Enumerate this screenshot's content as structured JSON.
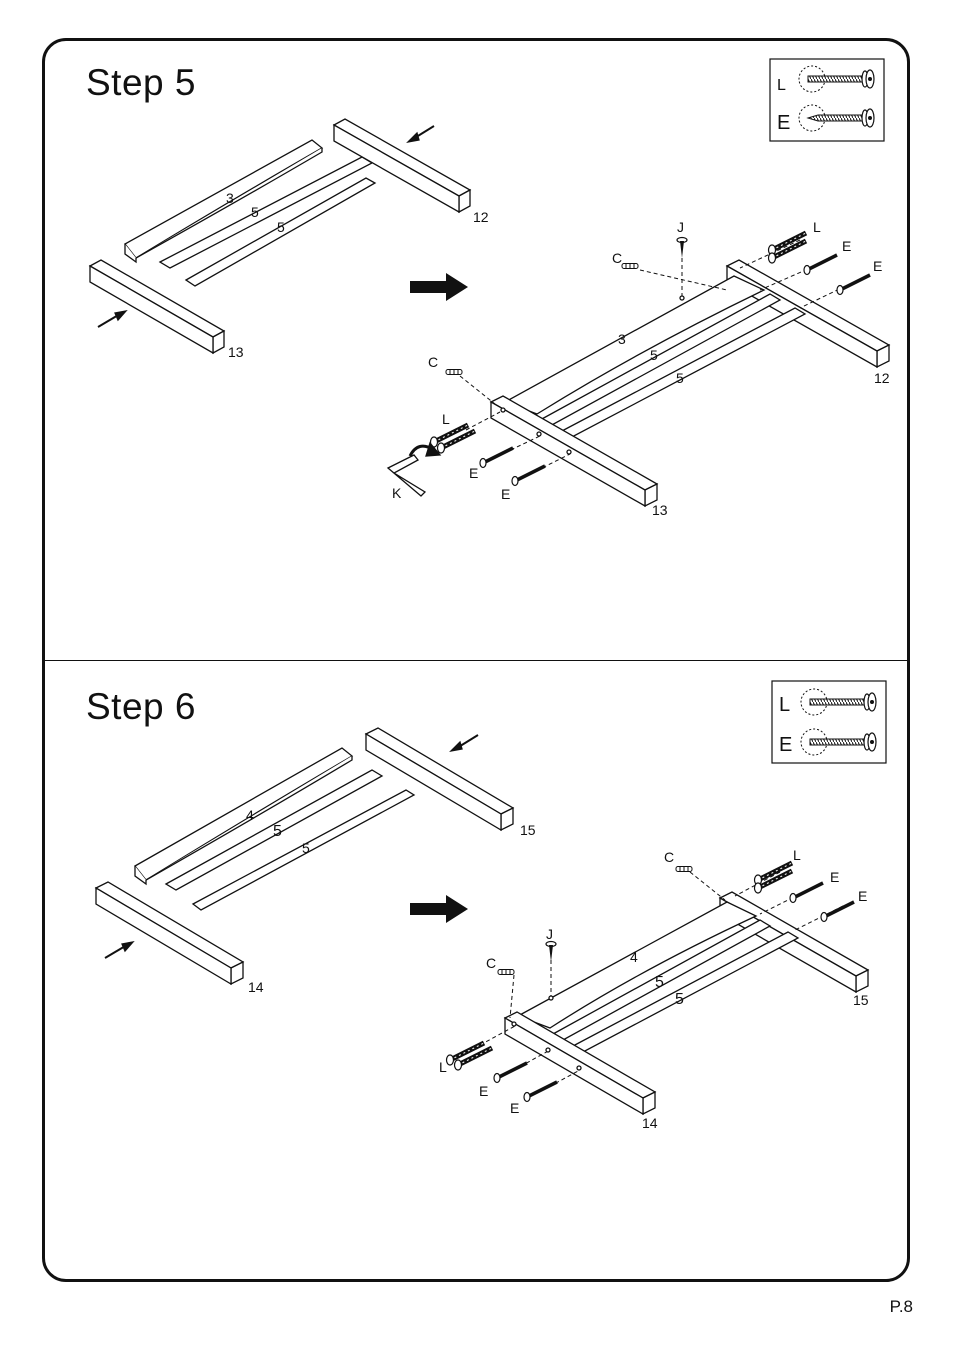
{
  "page_number": "P.8",
  "steps": [
    {
      "title": "Step  5",
      "legend": [
        {
          "code": "L",
          "icon": "bolt-icon"
        },
        {
          "code": "E",
          "icon": "screw-icon"
        }
      ],
      "exploded_view": {
        "part_a": "3",
        "slat_1": "5",
        "slat_2": "5",
        "rail_back": "12",
        "rail_front": "13"
      },
      "assembled_view": {
        "part_a": "3",
        "slat_1": "5",
        "slat_2": "5",
        "rail_back": "12",
        "rail_front": "13",
        "hw_J": "J",
        "hw_C_back": "C",
        "hw_C_front": "C",
        "hw_L_back": "L",
        "hw_L_front": "L",
        "hw_E_back_1": "E",
        "hw_E_back_2": "E",
        "hw_E_front_1": "E",
        "hw_E_front_2": "E",
        "tool_K": "K"
      }
    },
    {
      "title": "Step  6",
      "legend": [
        {
          "code": "L",
          "icon": "bolt-icon"
        },
        {
          "code": "E",
          "icon": "screw-icon"
        }
      ],
      "exploded_view": {
        "part_a": "4",
        "slat_1": "5",
        "slat_2": "5",
        "rail_back": "15",
        "rail_front": "14"
      },
      "assembled_view": {
        "part_a": "4",
        "slat_1": "5",
        "slat_2": "5",
        "rail_back": "15",
        "rail_front": "14",
        "hw_J": "J",
        "hw_C_back": "C",
        "hw_C_front": "C",
        "hw_L_back": "L",
        "hw_L_front": "L",
        "hw_E_back_1": "E",
        "hw_E_back_2": "E",
        "hw_E_front_1": "E",
        "hw_E_front_2": "E"
      }
    }
  ]
}
